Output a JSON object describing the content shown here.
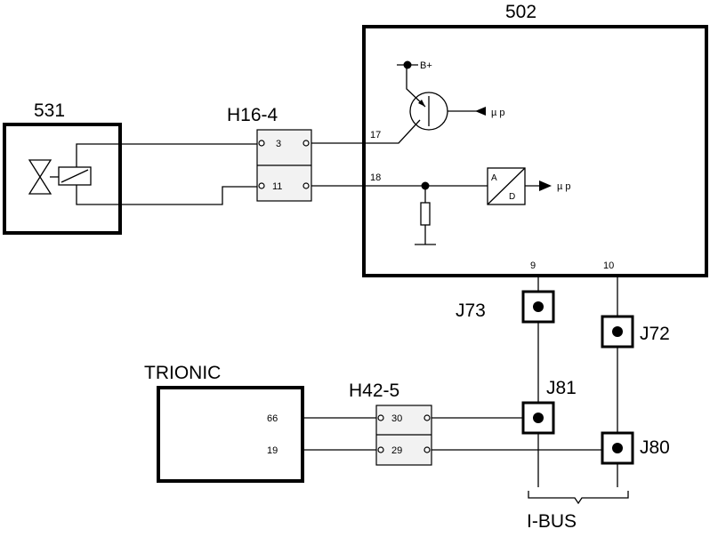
{
  "labels": {
    "c531": "531",
    "c502": "502",
    "h16": "H16-4",
    "h42": "H42-5",
    "trionic": "TRIONIC",
    "j73": "J73",
    "j72": "J72",
    "j81": "J81",
    "j80": "J80",
    "ibus": "I-BUS"
  },
  "pins": {
    "h16_top": "3",
    "h16_bottom": "11",
    "h42_top": "30",
    "h42_bottom": "29",
    "ecu_17": "17",
    "ecu_18": "18",
    "ecu_9": "9",
    "ecu_10": "10",
    "trionic_66": "66",
    "trionic_19": "19"
  },
  "internal": {
    "bplus": "B+",
    "mup1": "µ p",
    "mup2": "µ p",
    "adc_a": "A",
    "adc_d": "D"
  }
}
